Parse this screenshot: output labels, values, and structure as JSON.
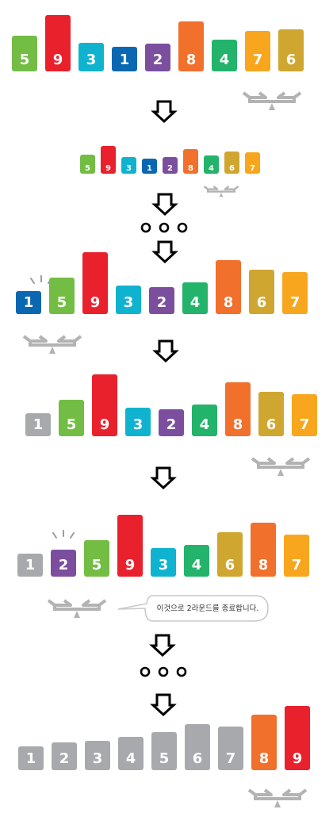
{
  "colors": {
    "1": "#0a67b1",
    "2": "#7b4f9e",
    "3": "#10b3cf",
    "4": "#23b36a",
    "5": "#73bd45",
    "6": "#cfa62f",
    "7": "#f8a61e",
    "8": "#f0702c",
    "9": "#e8212d",
    "sorted": "#a8a9ad",
    "scale": "#b3b3b3"
  },
  "steps": [
    {
      "values": [
        5,
        9,
        3,
        1,
        2,
        8,
        4,
        7,
        6
      ],
      "sorted_count": 0,
      "highlight": null
    },
    {
      "values": [
        5,
        9,
        3,
        1,
        2,
        8,
        4,
        6,
        7
      ],
      "sorted_count": 0,
      "highlight": null
    },
    {
      "values": [
        1,
        5,
        9,
        3,
        2,
        4,
        8,
        6,
        7
      ],
      "sorted_count": 0,
      "highlight": 1
    },
    {
      "values": [
        1,
        5,
        9,
        3,
        2,
        4,
        8,
        6,
        7
      ],
      "sorted_count": 1,
      "highlight": null
    },
    {
      "values": [
        1,
        2,
        5,
        9,
        3,
        4,
        6,
        8,
        7
      ],
      "sorted_count": 1,
      "highlight": 2
    },
    {
      "values": [
        1,
        2,
        3,
        4,
        5,
        6,
        7,
        8,
        9
      ],
      "sorted_count": 7,
      "highlight": null
    }
  ],
  "bubble": {
    "text": "이것으로 2라운드를 종료합니다."
  },
  "icons": {
    "arrow": "down-arrow-icon",
    "scale": "balance-scale-icon",
    "dots": "ellipsis-icon",
    "glow": "highlight-sparkle-icon"
  }
}
